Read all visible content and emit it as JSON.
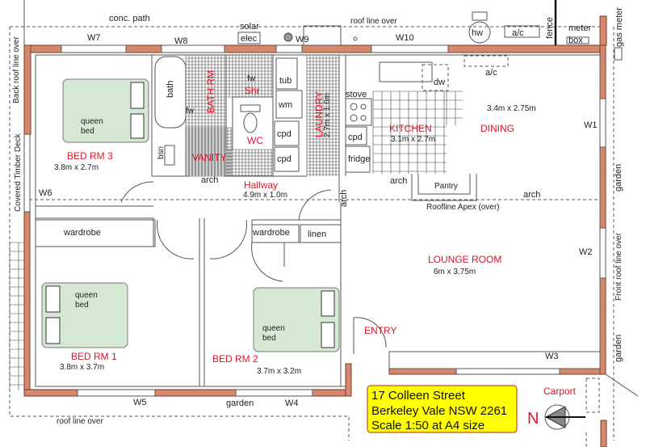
{
  "site": {
    "conc_path": "conc. path",
    "solar": "solar",
    "elec": "elec",
    "roof_line_top": "roof line  over",
    "roof_line_bottom": "roof line  over",
    "back_roof": "Back roof line  over",
    "front_roof": "Front roof line  over",
    "deck": "Covered Timber Deck",
    "fence": "fence",
    "meter": "meter",
    "box": "box",
    "gas_meter": "gas meter",
    "hw": "hw",
    "ac_outside": "a/c",
    "garden_right_top": "garden",
    "garden_right_bottom": "garden",
    "garden_bottom": "garden",
    "roofline_apex": "Roofline Apex (over)",
    "carport": "Carport",
    "north": "N"
  },
  "windows": {
    "w1": "W1",
    "w2": "W2",
    "w3": "W3",
    "w4": "W4",
    "w5": "W5",
    "w6": "W6",
    "w7": "W7",
    "w8": "W8",
    "w9": "W9",
    "w10": "W10"
  },
  "rooms": {
    "bed3": {
      "name": "BED RM 3",
      "size": "3.8m x 2.7m"
    },
    "bed1": {
      "name": "BED RM 1",
      "size": "3.8m x 3.7m"
    },
    "bed2": {
      "name": "BED RM 2",
      "size": "3.7m x 3.2m"
    },
    "bath": {
      "name": "BATH RM"
    },
    "laundry": {
      "name": "LAUNDRY",
      "size": "2.7m x 1.6m"
    },
    "kitchen": {
      "name": "KITCHEN",
      "size": "3.1m x 2.7m"
    },
    "dining": {
      "name": "DINING",
      "size": "3.4m x 2.75m"
    },
    "hallway": {
      "name": "Hallway",
      "size": "4.9m x 1.0m"
    },
    "lounge": {
      "name": "LOUNGE ROOM",
      "size": "6m x 3.75m"
    },
    "vanity": {
      "name": "VANITY"
    },
    "wc": {
      "name": "WC"
    },
    "shower": {
      "name": "Shr"
    },
    "entry": {
      "name": "ENTRY"
    }
  },
  "fixtures": {
    "queen": "queen",
    "bed": "bed",
    "bath": "bath",
    "fw": "fw",
    "bsn": "bsn",
    "tub": "tub",
    "wm": "wm",
    "cpd": "cpd",
    "stove": "stove",
    "fridge": "fridge",
    "dw": "dw",
    "ac": "a/c",
    "pantry": "Pantry",
    "arch": "arch",
    "wardrobe": "wardrobe",
    "linen": "linen"
  },
  "title_block": {
    "line1": "17 Colleen  Street",
    "line2": "Berkeley Vale NSW 2261",
    "line3": "Scale  1:50  at A4 size"
  },
  "colors": {
    "wall": "#d4896f",
    "bed": "#d5e8d4",
    "label": "#d8182a",
    "title_bg": "#ffff00"
  }
}
